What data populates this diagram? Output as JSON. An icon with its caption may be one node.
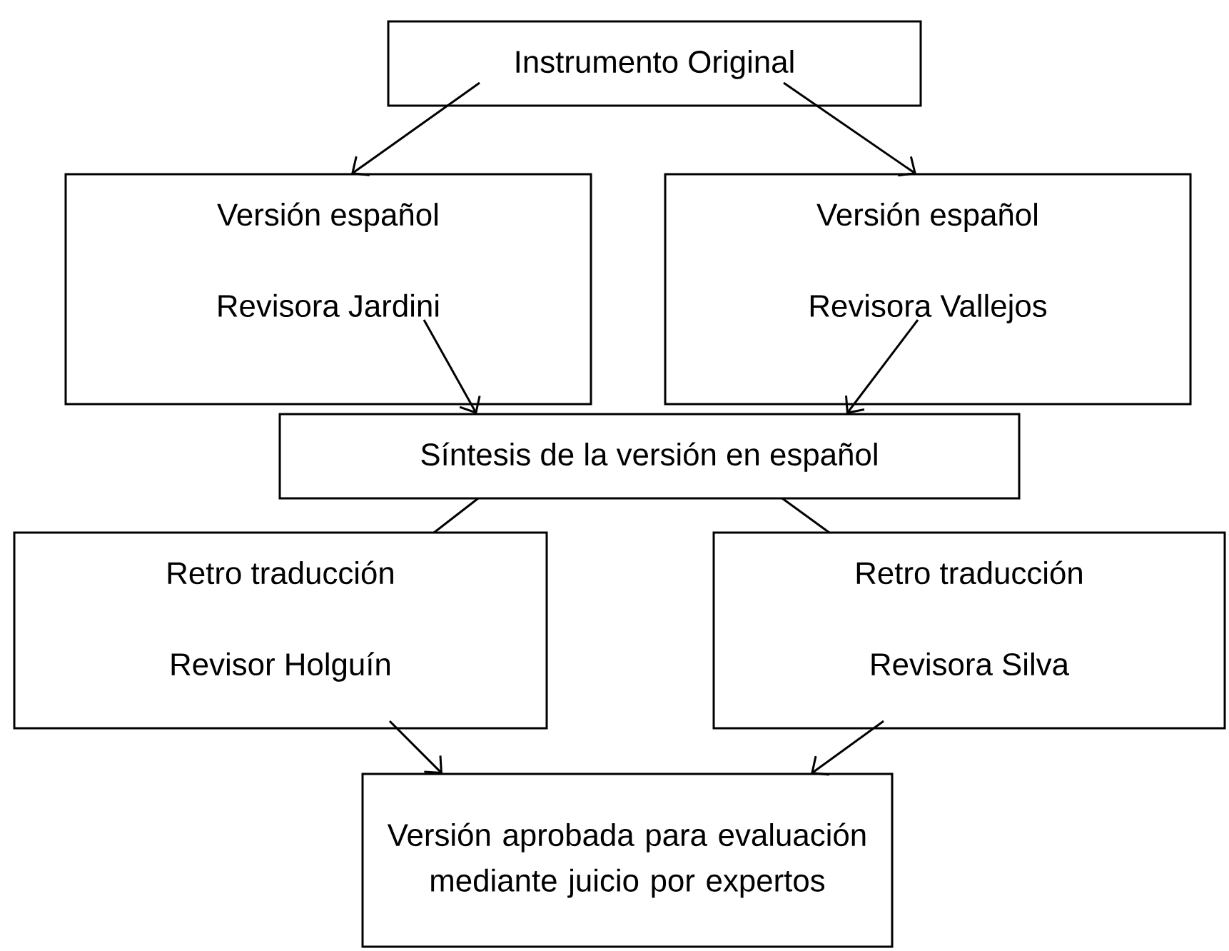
{
  "diagram": {
    "nodes": [
      {
        "text": [
          "Instrumento Original"
        ]
      },
      {
        "text": [
          "Versión español",
          "Revisora Jardini"
        ]
      },
      {
        "text": [
          "Versión español",
          "Revisora Vallejos"
        ]
      },
      {
        "text": [
          "Síntesis de la versión en español"
        ]
      },
      {
        "text": [
          "Retro traducción",
          "Revisor Holguín"
        ]
      },
      {
        "text": [
          "Retro traducción",
          "Revisora Silva"
        ]
      },
      {
        "text": [
          "Versión aprobada para evaluación mediante juicio por expertos"
        ]
      }
    ],
    "edges": [
      {
        "from": 0,
        "to": 1,
        "arrow": "to"
      },
      {
        "from": 0,
        "to": 2,
        "arrow": "to"
      },
      {
        "from": 1,
        "to": 3,
        "arrow": "to"
      },
      {
        "from": 2,
        "to": 3,
        "arrow": "to"
      },
      {
        "from": 3,
        "to": 4,
        "arrow": "none"
      },
      {
        "from": 3,
        "to": 5,
        "arrow": "none"
      },
      {
        "from": 4,
        "to": 6,
        "arrow": "to"
      },
      {
        "from": 5,
        "to": 6,
        "arrow": "to"
      }
    ]
  }
}
